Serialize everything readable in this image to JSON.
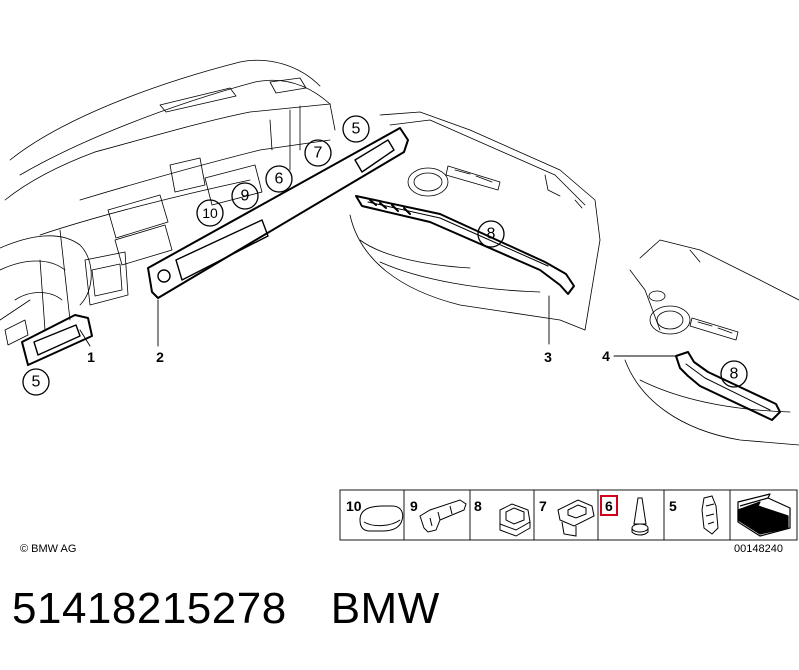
{
  "callouts": {
    "c_5_left": "5",
    "c_1": "1",
    "c_2": "2",
    "c_10": "10",
    "c_9": "9",
    "c_6": "6",
    "c_7": "7",
    "c_5_top": "5",
    "c_8_mid": "8",
    "c_3": "3",
    "c_4": "4",
    "c_8_right": "8"
  },
  "legend": {
    "items": [
      "10",
      "9",
      "8",
      "7",
      "6",
      "5"
    ],
    "highlighted": "6",
    "highlight_color": "#d0021b"
  },
  "copyright": "© BMW AG",
  "diagram_id": "00148240",
  "footer": {
    "part_number": "51418215278",
    "brand": "BMW"
  }
}
